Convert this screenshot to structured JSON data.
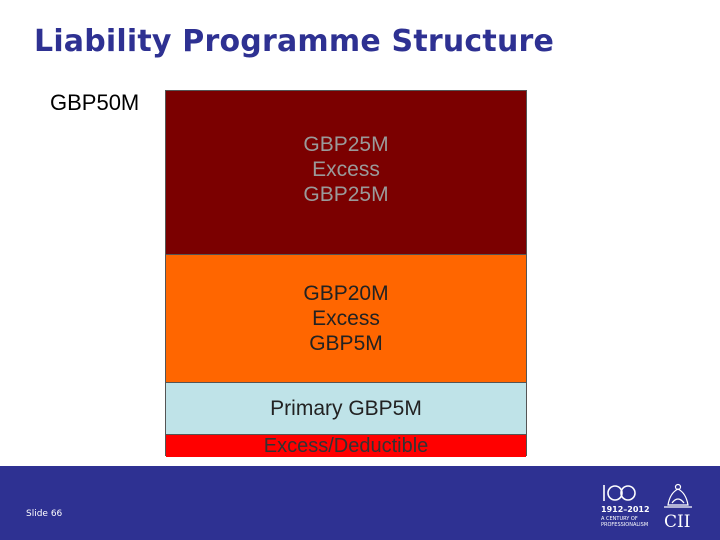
{
  "slide": {
    "title": "Liability Programme Structure",
    "limit_label": "GBP50M",
    "slide_number": "Slide 66"
  },
  "layers": [
    {
      "text": "GBP25M\nExcess\nGBP25M",
      "color": "#7b0000"
    },
    {
      "text": "GBP20M\nExcess\nGBP5M",
      "color": "#ff6600"
    },
    {
      "text": "Primary GBP5M",
      "color": "#bfe3e8"
    },
    {
      "text": "Excess/Deductible",
      "color": "#ff0000"
    }
  ],
  "footer": {
    "background": "#2e3192",
    "logo": {
      "years": "1912–2012",
      "tagline_1": "A CENTURY OF",
      "tagline_2": "PROFESSIONALISM",
      "brand": "CII",
      "icon": "cii-crest-icon"
    }
  }
}
